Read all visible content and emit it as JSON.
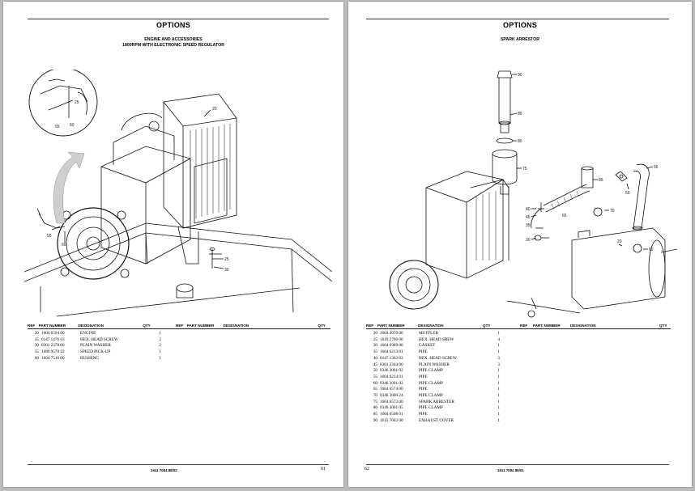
{
  "left": {
    "title": "OPTIONS",
    "subtitle1": "ENGINE AND ACCESSORIES",
    "subtitle2": "1800RPM WITH ELECTRONIC SPEED REGULATOR",
    "columns": {
      "ref": "REF",
      "pn": "PART NUMBER",
      "des": "DESIGNATION",
      "qty": "QTY"
    },
    "rows": [
      {
        "ref": "20",
        "pn": "1604 6594 00",
        "des": "ENGINE",
        "qty": "1"
      },
      {
        "ref": "25",
        "pn": "0147 1476 03",
        "des": "HEX. HEAD SCREW",
        "qty": "2"
      },
      {
        "ref": "30",
        "pn": "0301 2378 00",
        "des": "PLAIN WASHER",
        "qty": "2"
      },
      {
        "ref": "55",
        "pn": "1089 9570 22",
        "des": "SPEED PICK-UP",
        "qty": "1"
      },
      {
        "ref": "60",
        "pn": "1604 7516 00",
        "des": "BUSHING",
        "qty": "1"
      }
    ],
    "callouts": {
      "c20": "20",
      "c25": "25",
      "c30": "30",
      "c55": "55",
      "c60": "60",
      "i25": "25",
      "i55": "55",
      "i60": "60"
    },
    "footer_code": "1611 7084 88/02",
    "page_number": "61"
  },
  "right": {
    "title": "OPTIONS",
    "subtitle1": "SPARK ARRESTOR",
    "columns": {
      "ref": "REF",
      "pn": "PART NUMBER",
      "des": "DESIGNATION",
      "qty": "QTY"
    },
    "rows": [
      {
        "ref": "20",
        "pn": "1604 4970 00",
        "des": "MUFFLER",
        "qty": "1"
      },
      {
        "ref": "25",
        "pn": "1619 2766 00",
        "des": "HEX. HEAD SREW",
        "qty": "4"
      },
      {
        "ref": "30",
        "pn": "1604 6989 00",
        "des": "GASKET",
        "qty": "1"
      },
      {
        "ref": "35",
        "pn": "1604 6213 01",
        "des": "PIPE",
        "qty": "1"
      },
      {
        "ref": "40",
        "pn": "0147 1362 03",
        "des": "HEX. HEAD SCREW",
        "qty": "3"
      },
      {
        "ref": "45",
        "pn": "0301 2344 00",
        "des": "PLAIN WASHER",
        "qty": "3"
      },
      {
        "ref": "50",
        "pn": "0346 3001 02",
        "des": "PIPE CLAMP",
        "qty": "1"
      },
      {
        "ref": "55",
        "pn": "1604 6214 01",
        "des": "PIPE",
        "qty": "1"
      },
      {
        "ref": "60",
        "pn": "0346 3001 02",
        "des": "PIPE CLAMP",
        "qty": "1"
      },
      {
        "ref": "65",
        "pn": "1604 6574 00",
        "des": "PIPE",
        "qty": "1"
      },
      {
        "ref": "70",
        "pn": "0346 3000 24",
        "des": "PIPE CLAMP",
        "qty": "1"
      },
      {
        "ref": "75",
        "pn": "1604 6573 00",
        "des": "SPARK ARRESTER",
        "qty": "1"
      },
      {
        "ref": "80",
        "pn": "0346 3001 05",
        "des": "PIPE CLAMP",
        "qty": "1"
      },
      {
        "ref": "85",
        "pn": "1604 6508 01",
        "des": "PIPE",
        "qty": "1"
      },
      {
        "ref": "90",
        "pn": "1615 7042 00",
        "des": "EXHAUST COVER",
        "qty": "1"
      }
    ],
    "callouts": {
      "c90": "90",
      "c85": "85",
      "c80": "80",
      "c75": "75",
      "c65": "65",
      "c55": "55",
      "c50": "50",
      "c45": "45",
      "c40": "40",
      "c35": "35",
      "c30": "30",
      "c20": "20",
      "c60": "60",
      "c70": "70",
      "c85b": "85"
    },
    "footer_code": "1611 7084 88/01",
    "page_number": "62"
  }
}
